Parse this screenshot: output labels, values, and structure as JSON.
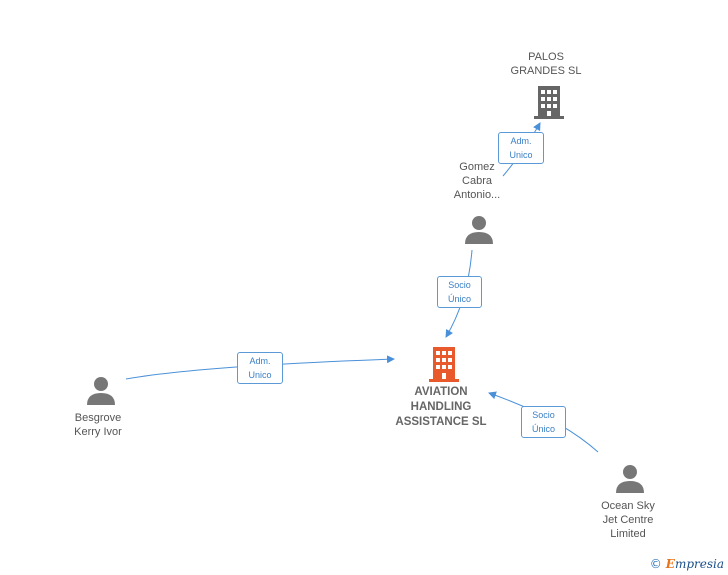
{
  "colors": {
    "edge": "#4a90d9",
    "person_icon": "#777777",
    "company_icon": "#666666",
    "main_company_icon": "#e8592c"
  },
  "nodes": {
    "palos_grandes": {
      "lines": [
        "PALOS",
        "GRANDES SL"
      ],
      "icon": "building-icon"
    },
    "gomez_cabra": {
      "lines": [
        "Gomez",
        "Cabra",
        "Antonio..."
      ],
      "icon": "person-icon"
    },
    "aviation_handling": {
      "lines": [
        "AVIATION",
        "HANDLING",
        "ASSISTANCE SL"
      ],
      "icon": "building-icon"
    },
    "besgrove": {
      "lines": [
        "Besgrove",
        "Kerry Ivor"
      ],
      "icon": "person-icon"
    },
    "ocean_sky": {
      "lines": [
        "Ocean Sky",
        "Jet Centre",
        "Limited"
      ],
      "icon": "person-icon"
    }
  },
  "edges": [
    {
      "from": "gomez_cabra",
      "to": "palos_grandes",
      "lines": [
        "Adm.",
        "Unico"
      ]
    },
    {
      "from": "gomez_cabra",
      "to": "aviation_handling",
      "lines": [
        "Socio",
        "Único"
      ]
    },
    {
      "from": "besgrove",
      "to": "aviation_handling",
      "lines": [
        "Adm.",
        "Unico"
      ]
    },
    {
      "from": "ocean_sky",
      "to": "aviation_handling",
      "lines": [
        "Socio",
        "Único"
      ]
    }
  ],
  "brand": {
    "copyright": "©",
    "first_letter": "E",
    "rest": "mpresia"
  }
}
